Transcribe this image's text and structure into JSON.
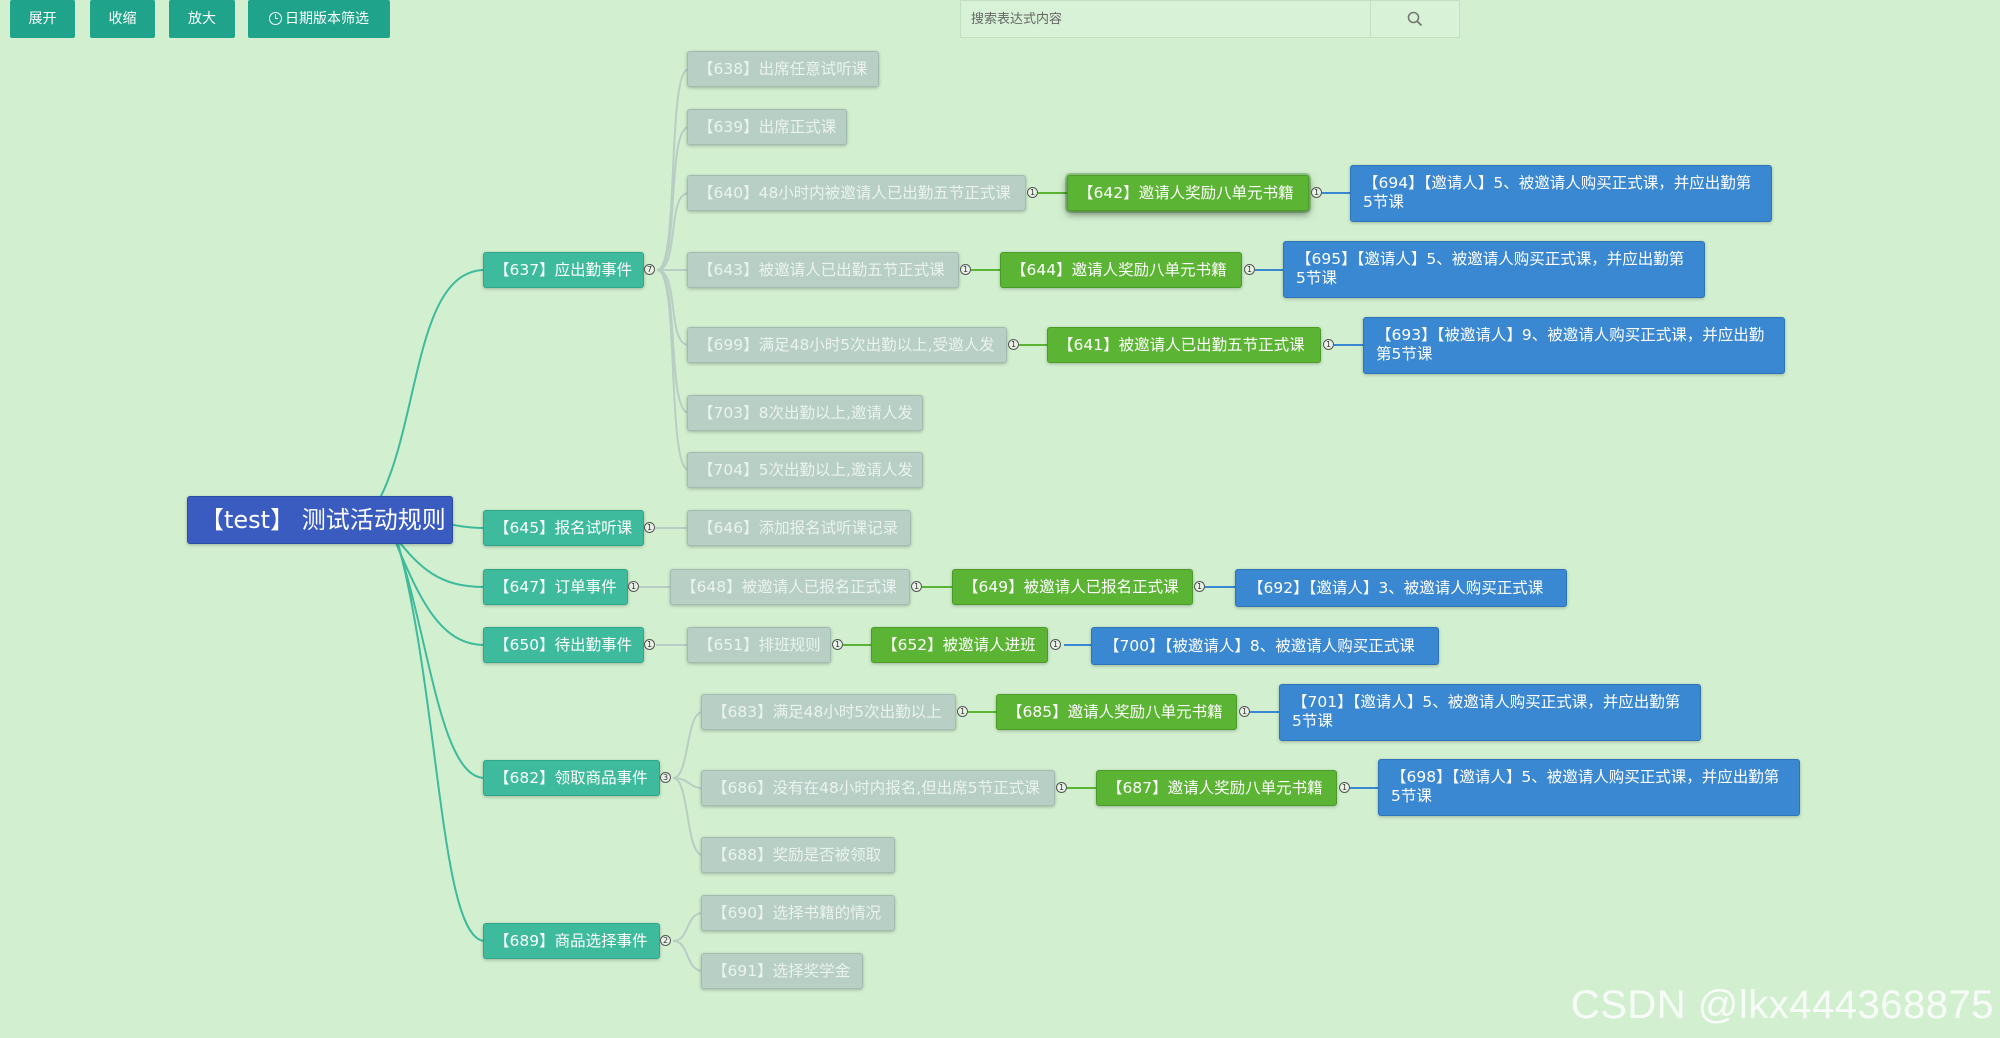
{
  "toolbar": {
    "expand_label": "展开",
    "collapse_label": "收缩",
    "zoom_label": "放大",
    "date_filter_label": "日期版本筛选"
  },
  "search": {
    "placeholder": "搜索表达式内容"
  },
  "colors": {
    "background": "#d2f0d0",
    "root": "#3a5bbf",
    "event": "#3dbb9c",
    "condition": "#b8cfc6",
    "action": "#5bb433",
    "reward": "#3a87d2",
    "link_teal": "#3dbb9c",
    "link_gray": "#b8cdc4",
    "link_green": "#5bb433",
    "link_blue": "#3a87d2"
  },
  "mindmap": {
    "root": "【test】 测试活动规则",
    "nodes": {
      "n637": "【637】应出勤事件",
      "n645": "【645】报名试听课",
      "n647": "【647】订单事件",
      "n650": "【650】待出勤事件",
      "n682": "【682】领取商品事件",
      "n689": "【689】商品选择事件",
      "n638": "【638】出席任意试听课",
      "n639": "【639】出席正式课",
      "n640": "【640】48小时内被邀请人已出勤五节正式课",
      "n642": "【642】邀请人奖励八单元书籍",
      "n694": "【694】【邀请人】5、被邀请人购买正式课，并应出勤第5节课",
      "n643": "【643】被邀请人已出勤五节正式课",
      "n644": "【644】邀请人奖励八单元书籍",
      "n695": "【695】【邀请人】5、被邀请人购买正式课，并应出勤第5节课",
      "n699": "【699】满足48小时5次出勤以上,受邀人发",
      "n641": "【641】被邀请人已出勤五节正式课",
      "n693": "【693】【被邀请人】9、被邀请人购买正式课，并应出勤第5节课",
      "n703": "【703】8次出勤以上,邀请人发",
      "n704": "【704】5次出勤以上,邀请人发",
      "n646": "【646】添加报名试听课记录",
      "n648": "【648】被邀请人已报名正式课",
      "n649": "【649】被邀请人已报名正式课",
      "n692": "【692】【邀请人】3、被邀请人购买正式课",
      "n651": "【651】排班规则",
      "n652": "【652】被邀请人进班",
      "n700": "【700】【被邀请人】8、被邀请人购买正式课",
      "n683": "【683】满足48小时5次出勤以上",
      "n685": "【685】邀请人奖励八单元书籍",
      "n701": "【701】【邀请人】5、被邀请人购买正式课，并应出勤第5节课",
      "n686": "【686】没有在48小时内报名,但出席5节正式课",
      "n687": "【687】邀请人奖励八单元书籍",
      "n698": "【698】【邀请人】5、被邀请人购买正式课，并应出勤第5节课",
      "n688": "【688】奖励是否被领取",
      "n690": "【690】选择书籍的情况",
      "n691": "【691】选择奖学金"
    },
    "badges": {
      "b637": "7",
      "b645": "1",
      "b647": "1",
      "b650": "1",
      "b682": "3",
      "b689": "2",
      "b640": "1",
      "b642": "1",
      "b643": "1",
      "b644": "1",
      "b699": "1",
      "b641": "1",
      "b648": "1",
      "b649": "1",
      "b651": "1",
      "b652": "1",
      "b683": "1",
      "b685": "1",
      "b686": "1",
      "b687": "1"
    }
  },
  "watermark": "CSDN @lkx444368875"
}
